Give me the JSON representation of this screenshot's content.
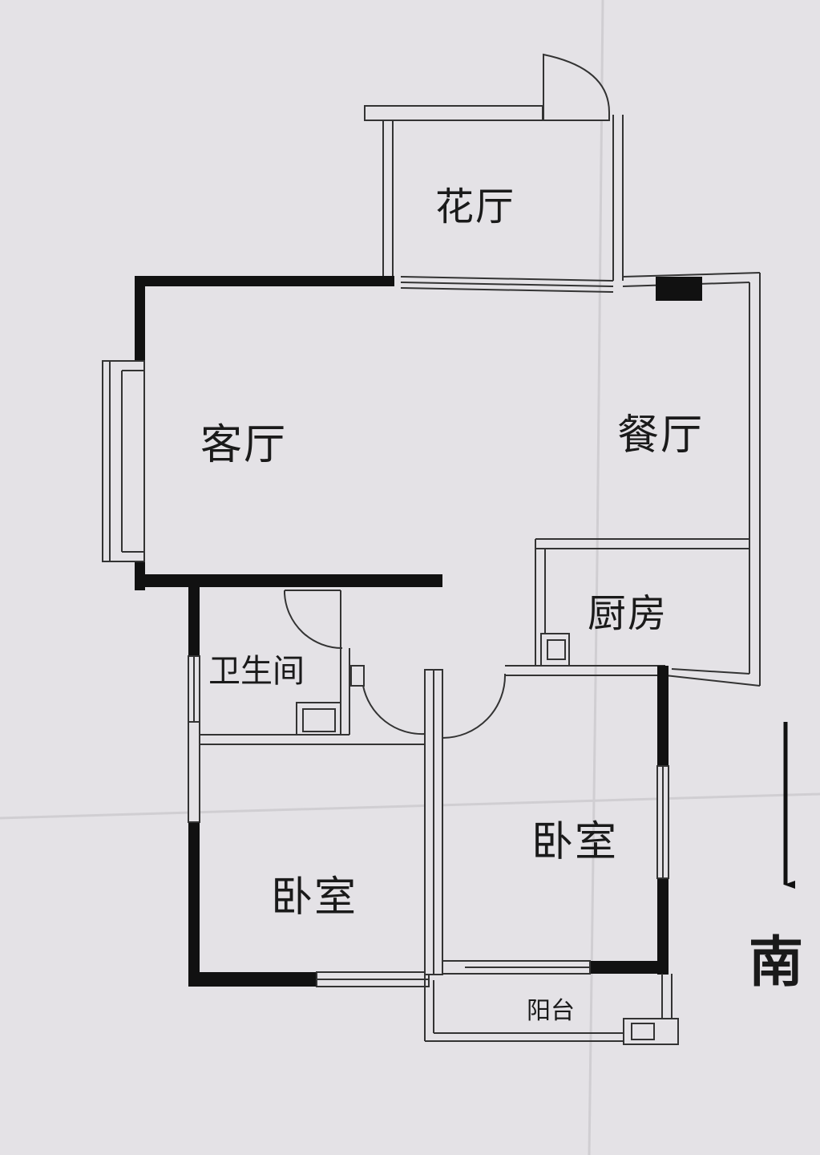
{
  "rooms": {
    "flower_hall": "花厅",
    "living_room": "客厅",
    "dining_room": "餐厅",
    "kitchen": "厨房",
    "bathroom": "卫生间",
    "bedroom_left": "卧室",
    "bedroom_right": "卧室",
    "balcony": "阳台"
  },
  "compass": {
    "direction": "南"
  },
  "colors": {
    "paper": "#e4e2e6",
    "wall": "#111111",
    "line": "#3a3a3a"
  }
}
